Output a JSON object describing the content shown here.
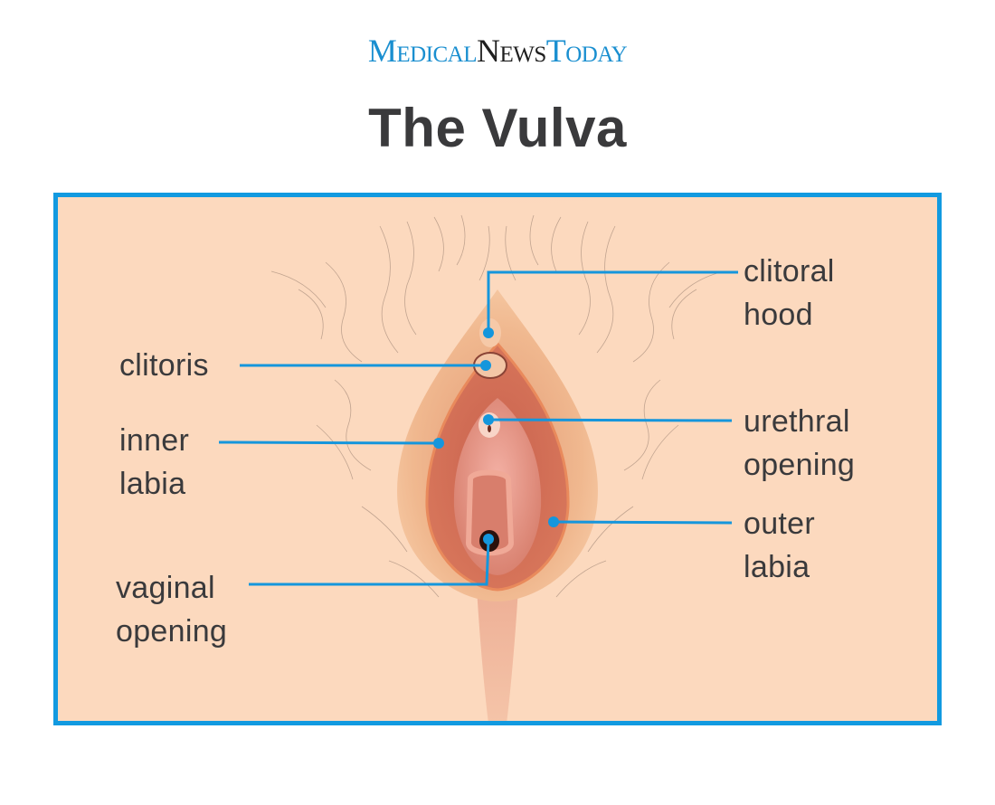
{
  "header": {
    "logo": {
      "part1": "Medical",
      "part2": "News",
      "part3": "Today"
    },
    "title": "The Vulva"
  },
  "colors": {
    "logo_blue": "#1a8fd0",
    "logo_dark": "#1f1f1f",
    "title": "#3a3a3c",
    "frame_border": "#129ae0",
    "leader_line": "#1596dc",
    "skin": "#fcd9be",
    "label_text": "#3a3a3c"
  },
  "diagram": {
    "labels": [
      {
        "id": "clitoral-hood",
        "line1": "clitoral",
        "line2": "hood",
        "side": "right"
      },
      {
        "id": "clitoris",
        "line1": "clitoris",
        "line2": "",
        "side": "left"
      },
      {
        "id": "inner-labia",
        "line1": "inner",
        "line2": "labia",
        "side": "left"
      },
      {
        "id": "urethral-opening",
        "line1": "urethral",
        "line2": "opening",
        "side": "right"
      },
      {
        "id": "outer-labia",
        "line1": "outer",
        "line2": "labia",
        "side": "right"
      },
      {
        "id": "vaginal-opening",
        "line1": "vaginal",
        "line2": "opening",
        "side": "left"
      }
    ]
  }
}
